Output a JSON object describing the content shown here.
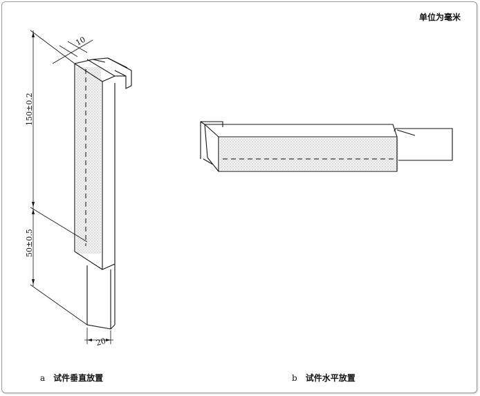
{
  "unit_note": "单位为毫米",
  "dimensions": {
    "thickness": "10",
    "upper_length": "150±0.2",
    "lower_length": "50±0.5",
    "width": "20"
  },
  "captions": {
    "a": {
      "letter": "a",
      "text": "试件垂直放置"
    },
    "b": {
      "letter": "b",
      "text": "试件水平放置"
    }
  }
}
